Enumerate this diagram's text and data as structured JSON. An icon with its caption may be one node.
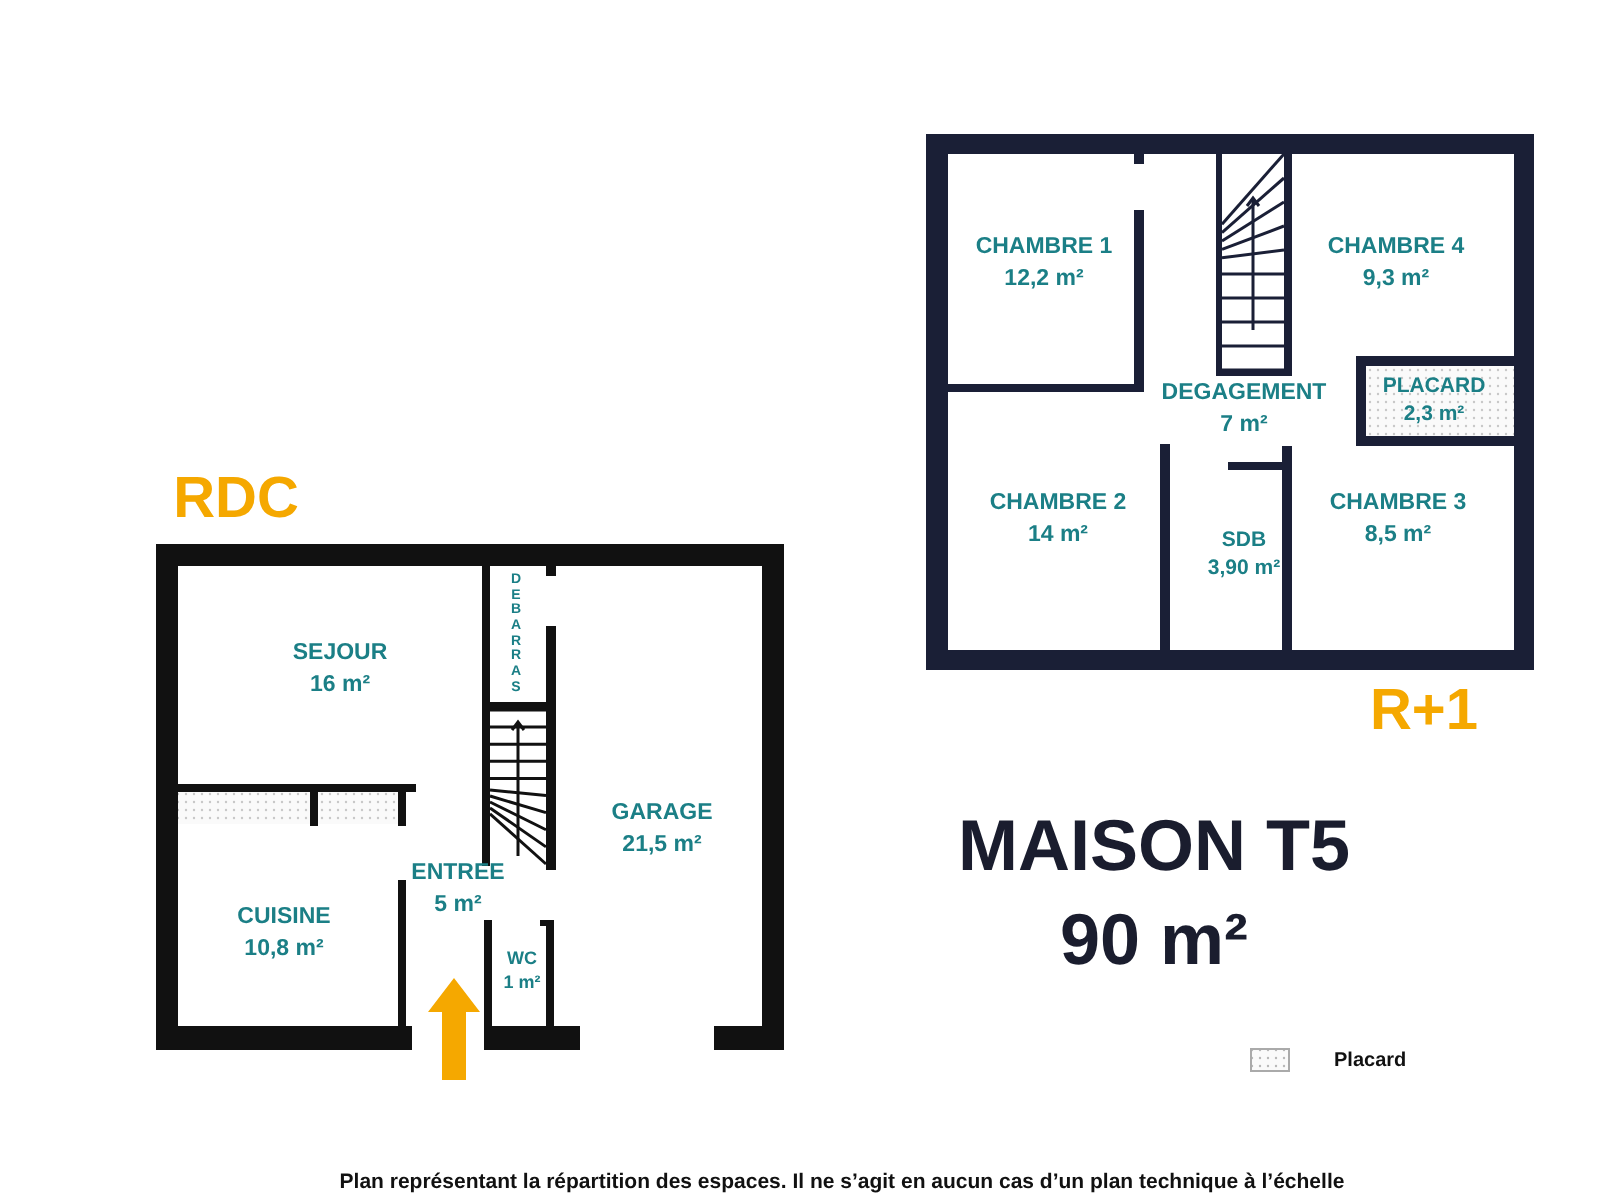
{
  "diagram": {
    "title": "MAISON T5",
    "nodes": [
      {
        "text": [
          "RDC"
        ]
      },
      {
        "text": [
          "SEJOUR",
          "16 m²"
        ],
        "in": 0
      },
      {
        "text": [
          "DEBARRAS"
        ],
        "in": 0
      },
      {
        "text": [
          "GARAGE",
          "21,5 m²"
        ],
        "in": 0
      },
      {
        "text": [
          "ENTREE",
          "5 m²"
        ],
        "in": 0
      },
      {
        "text": [
          "CUISINE",
          "10,8 m²"
        ],
        "in": 0
      },
      {
        "text": [
          "WC",
          "1 m²"
        ],
        "in": 0
      },
      {
        "text": [
          "R+1"
        ]
      },
      {
        "text": [
          "CHAMBRE 1",
          "12,2 m²"
        ],
        "in": 7
      },
      {
        "text": [
          "CHAMBRE 4",
          "9,3 m²"
        ],
        "in": 7
      },
      {
        "text": [
          "DEGAGEMENT",
          "7 m²"
        ],
        "in": 7
      },
      {
        "text": [
          "PLACARD",
          "2,3 m²"
        ],
        "in": 7
      },
      {
        "text": [
          "CHAMBRE 2",
          "14 m²"
        ],
        "in": 7
      },
      {
        "text": [
          "SDB",
          "3,90 m²"
        ],
        "in": 7
      },
      {
        "text": [
          "CHAMBRE 3",
          "8,5 m²"
        ],
        "in": 7
      }
    ],
    "labels": [
      "90 m²"
    ],
    "legend": [
      {
        "text": "Placard"
      }
    ],
    "caption": "Plan représentant la répartition des espaces. Il ne s’agit en aucun cas d’un plan technique à l’échelle"
  }
}
